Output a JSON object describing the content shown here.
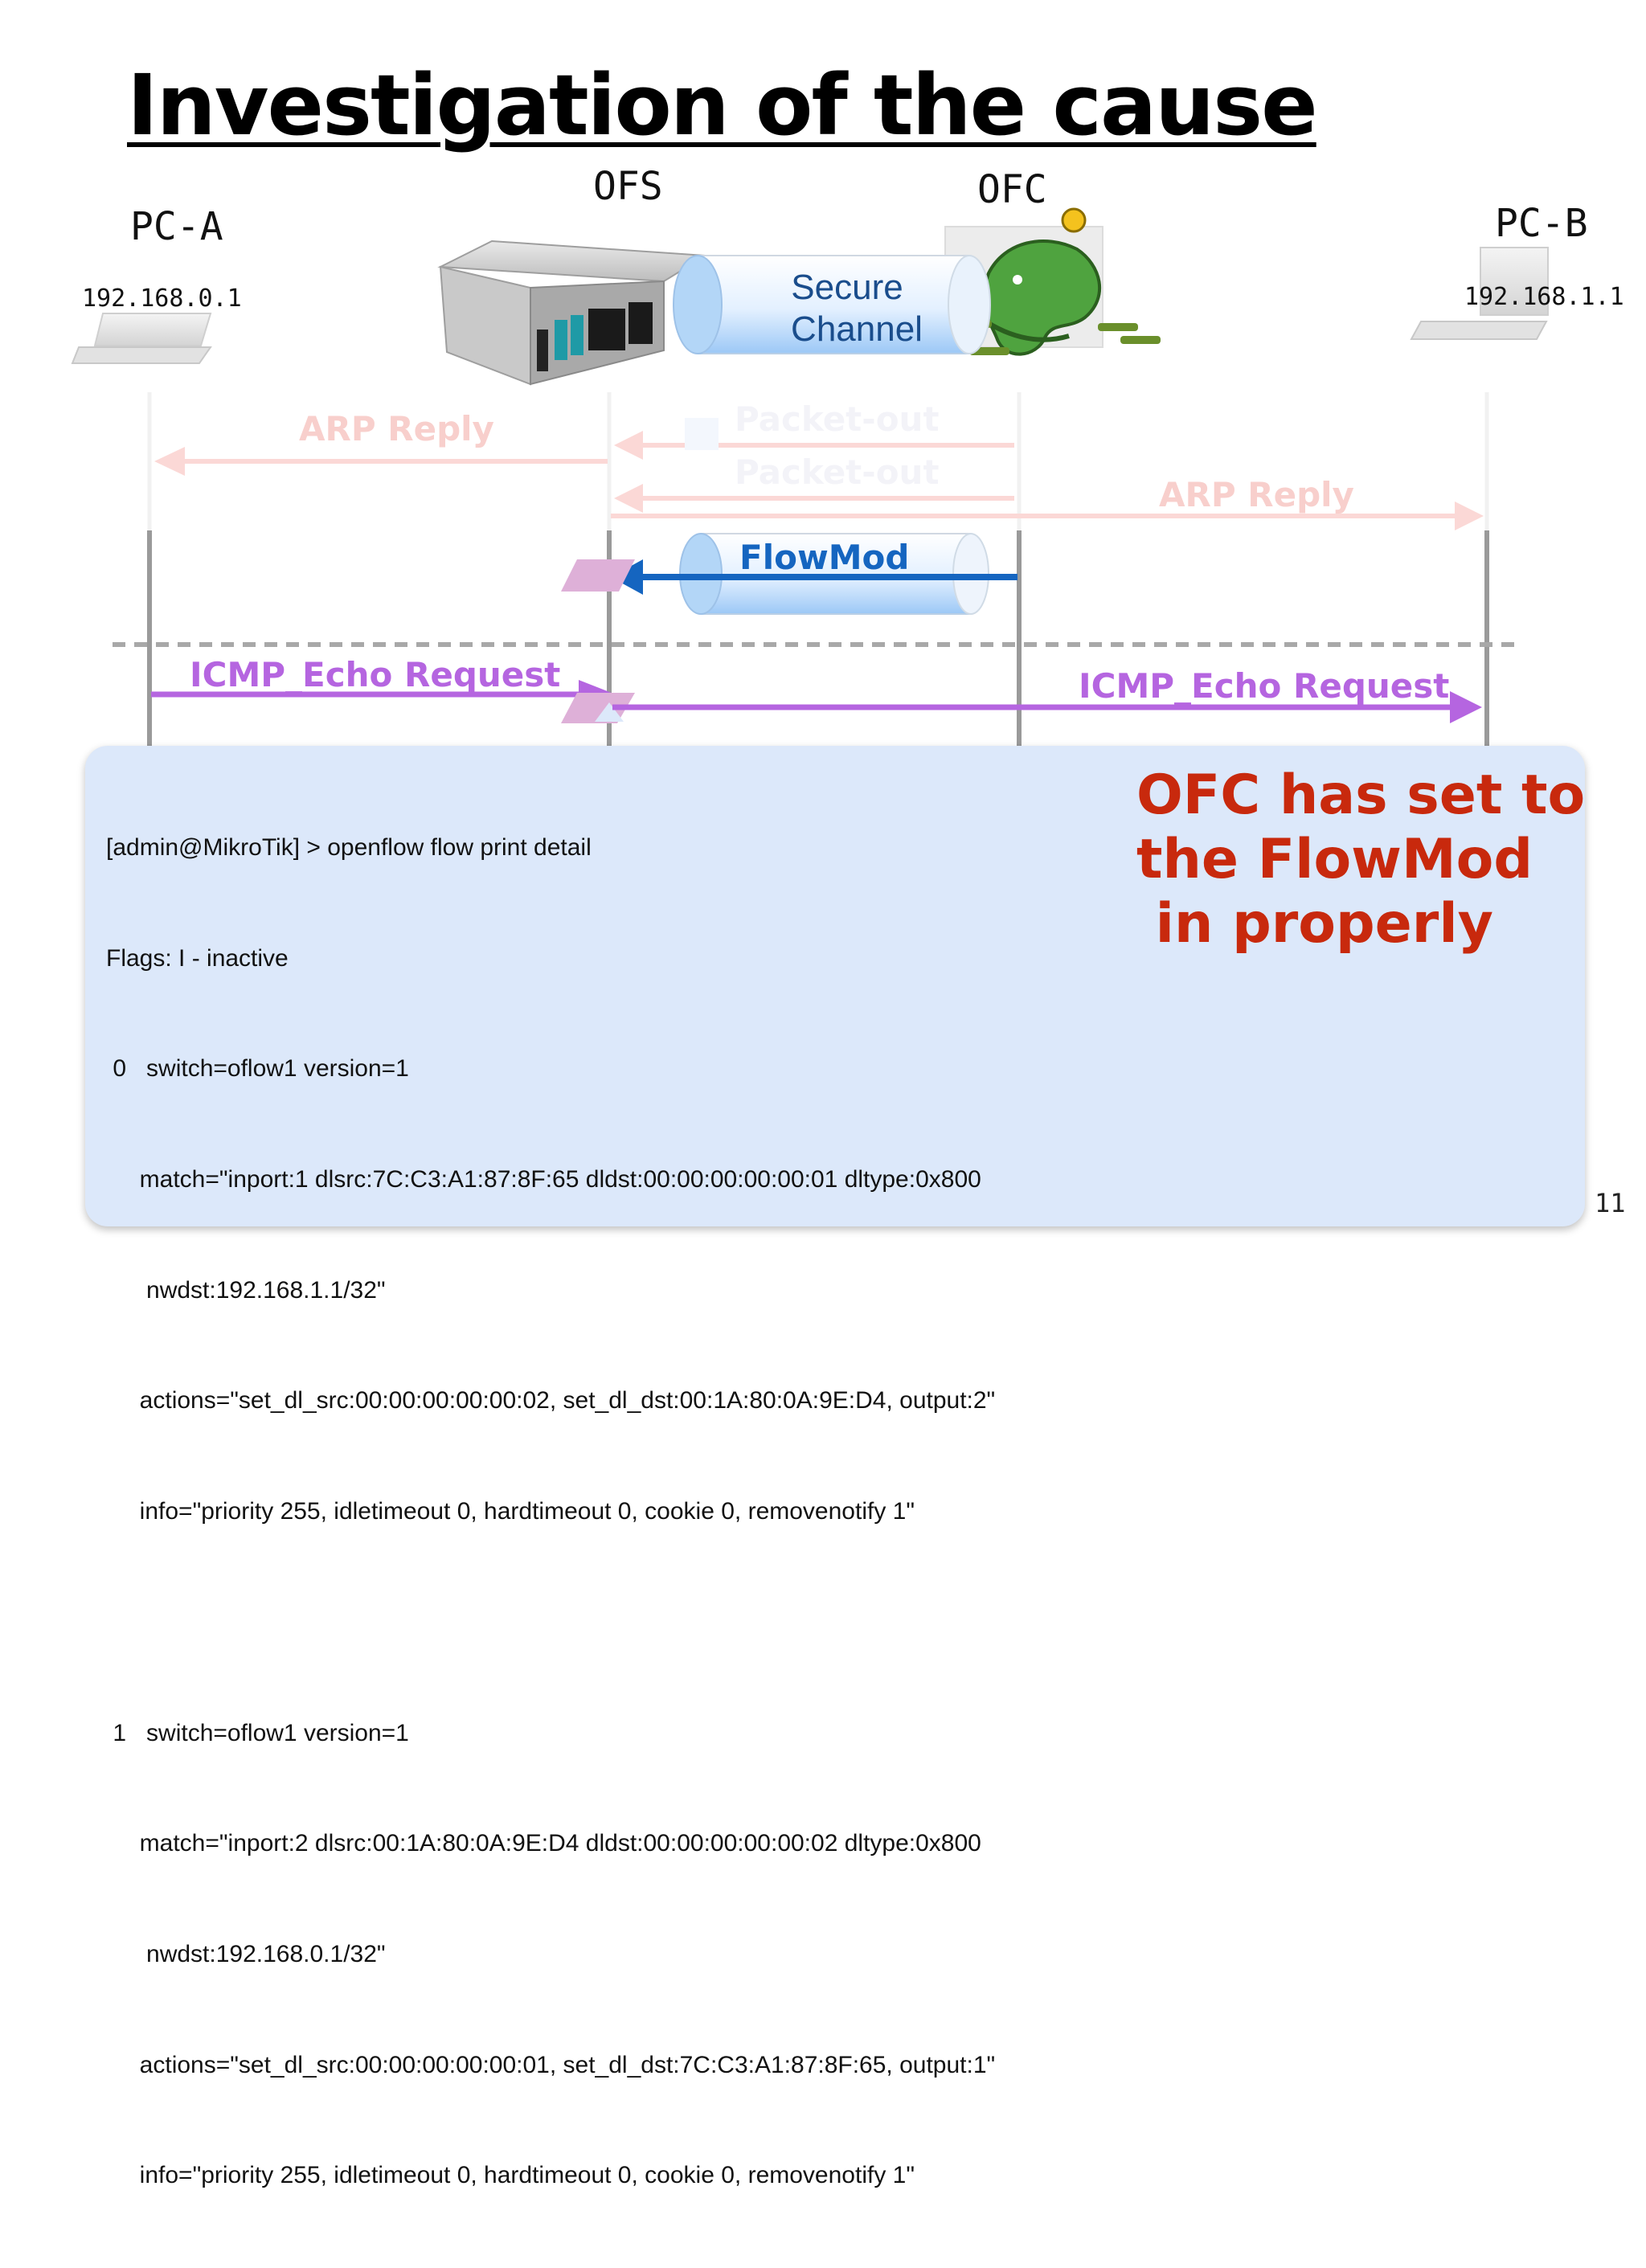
{
  "slide": {
    "title": "Investigation of the cause",
    "page_number": "11"
  },
  "nodes": {
    "pc_a": {
      "name": "PC-A",
      "ip": "192.168.0.1"
    },
    "ofs": {
      "name": "OFS"
    },
    "ofc": {
      "name": "OFC"
    },
    "pc_b": {
      "name": "PC-B",
      "ip": "192.168.1.1"
    }
  },
  "secure_channel": {
    "label_line1": "Secure",
    "label_line2": "Channel"
  },
  "messages": {
    "arp_reply_left": "ARP Reply",
    "packet_out_1": "Packet-out",
    "packet_out_2": "Packet-out",
    "arp_reply_right": "ARP Reply",
    "flowmod": "FlowMod",
    "icmp_left": "ICMP_Echo Request",
    "icmp_right": "ICMP_Echo Request"
  },
  "terminal": {
    "lines": [
      "[admin@MikroTik] > openflow flow print detail",
      "Flags: I - inactive",
      " 0   switch=oflow1 version=1",
      "     match=\"inport:1 dlsrc:7C:C3:A1:87:8F:65 dldst:00:00:00:00:00:01 dltype:0x800",
      "      nwdst:192.168.1.1/32\"",
      "     actions=\"set_dl_src:00:00:00:00:00:02, set_dl_dst:00:1A:80:0A:9E:D4, output:2\"",
      "     info=\"priority 255, idletimeout 0, hardtimeout 0, cookie 0, removenotify 1\"",
      "",
      " 1   switch=oflow1 version=1",
      "     match=\"inport:2 dlsrc:00:1A:80:0A:9E:D4 dldst:00:00:00:00:00:02 dltype:0x800",
      "      nwdst:192.168.0.1/32\"",
      "     actions=\"set_dl_src:00:00:00:00:00:01, set_dl_dst:7C:C3:A1:87:8F:65, output:1\"",
      "     info=\"priority 255, idletimeout 0, hardtimeout 0, cookie 0, removenotify 1\""
    ]
  },
  "note": {
    "text": "OFC has set to\nthe FlowMod\n in properly"
  },
  "colors": {
    "faded_arrow": "#fbd8d6",
    "faded_text": "#f8cfcc",
    "flowmod": "#1565c0",
    "icmp": "#b565e0",
    "note": "#c8290d",
    "panel": "#dce8fa",
    "lifeline_faded": "#f1f1f1",
    "lifeline": "#9a9a9a"
  }
}
